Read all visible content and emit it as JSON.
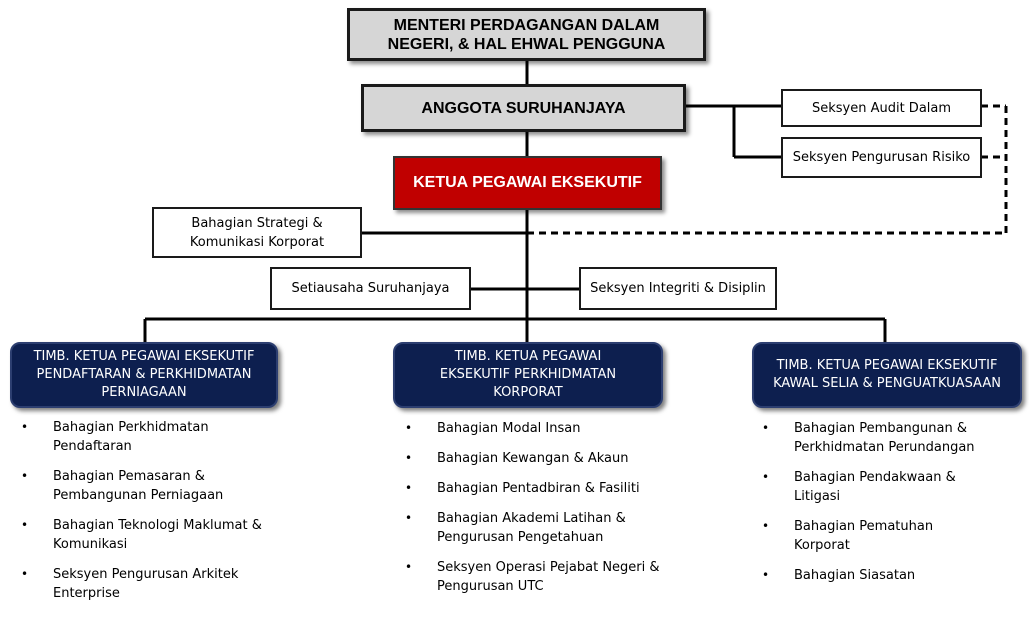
{
  "top": {
    "minister": "MENTERI PERDAGANGAN DALAM NEGERI, & HAL EHWAL PENGGUNA",
    "commission": "ANGGOTA SURUHANJAYA",
    "ceo": "KETUA PEGAWAI EKSEKUTIF"
  },
  "side_units": {
    "audit": "Seksyen Audit Dalam",
    "risk": "Seksyen Pengurusan Risiko",
    "strategy": "Bahagian Strategi & Komunikasi Korporat",
    "secretary": "Setiausaha Suruhanjaya",
    "integrity": "Seksyen Integriti & Disiplin"
  },
  "divisions": [
    {
      "title": "TIMB. KETUA PEGAWAI EKSEKUTIF PENDAFTARAN & PERKHIDMATAN PERNIAGAAN",
      "items": [
        "Bahagian Perkhidmatan Pendaftaran",
        "Bahagian Pemasaran & Pembangunan Perniagaan",
        "Bahagian Teknologi Maklumat & Komunikasi",
        "Seksyen Pengurusan Arkitek Enterprise"
      ]
    },
    {
      "title": "TIMB. KETUA PEGAWAI EKSEKUTIF PERKHIDMATAN KORPORAT",
      "items": [
        "Bahagian Modal Insan",
        "Bahagian Kewangan & Akaun",
        "Bahagian Pentadbiran & Fasiliti",
        "Bahagian Akademi Latihan & Pengurusan Pengetahuan",
        "Seksyen Operasi Pejabat Negeri & Pengurusan UTC"
      ]
    },
    {
      "title": "TIMB. KETUA PEGAWAI EKSEKUTIF KAWAL SELIA & PENGUATKUASAAN",
      "items": [
        "Bahagian Pembangunan & Perkhidmatan Perundangan",
        "Bahagian Pendakwaan & Litigasi",
        "Bahagian Pematuhan Korporat",
        "Bahagian Siasatan"
      ]
    }
  ]
}
